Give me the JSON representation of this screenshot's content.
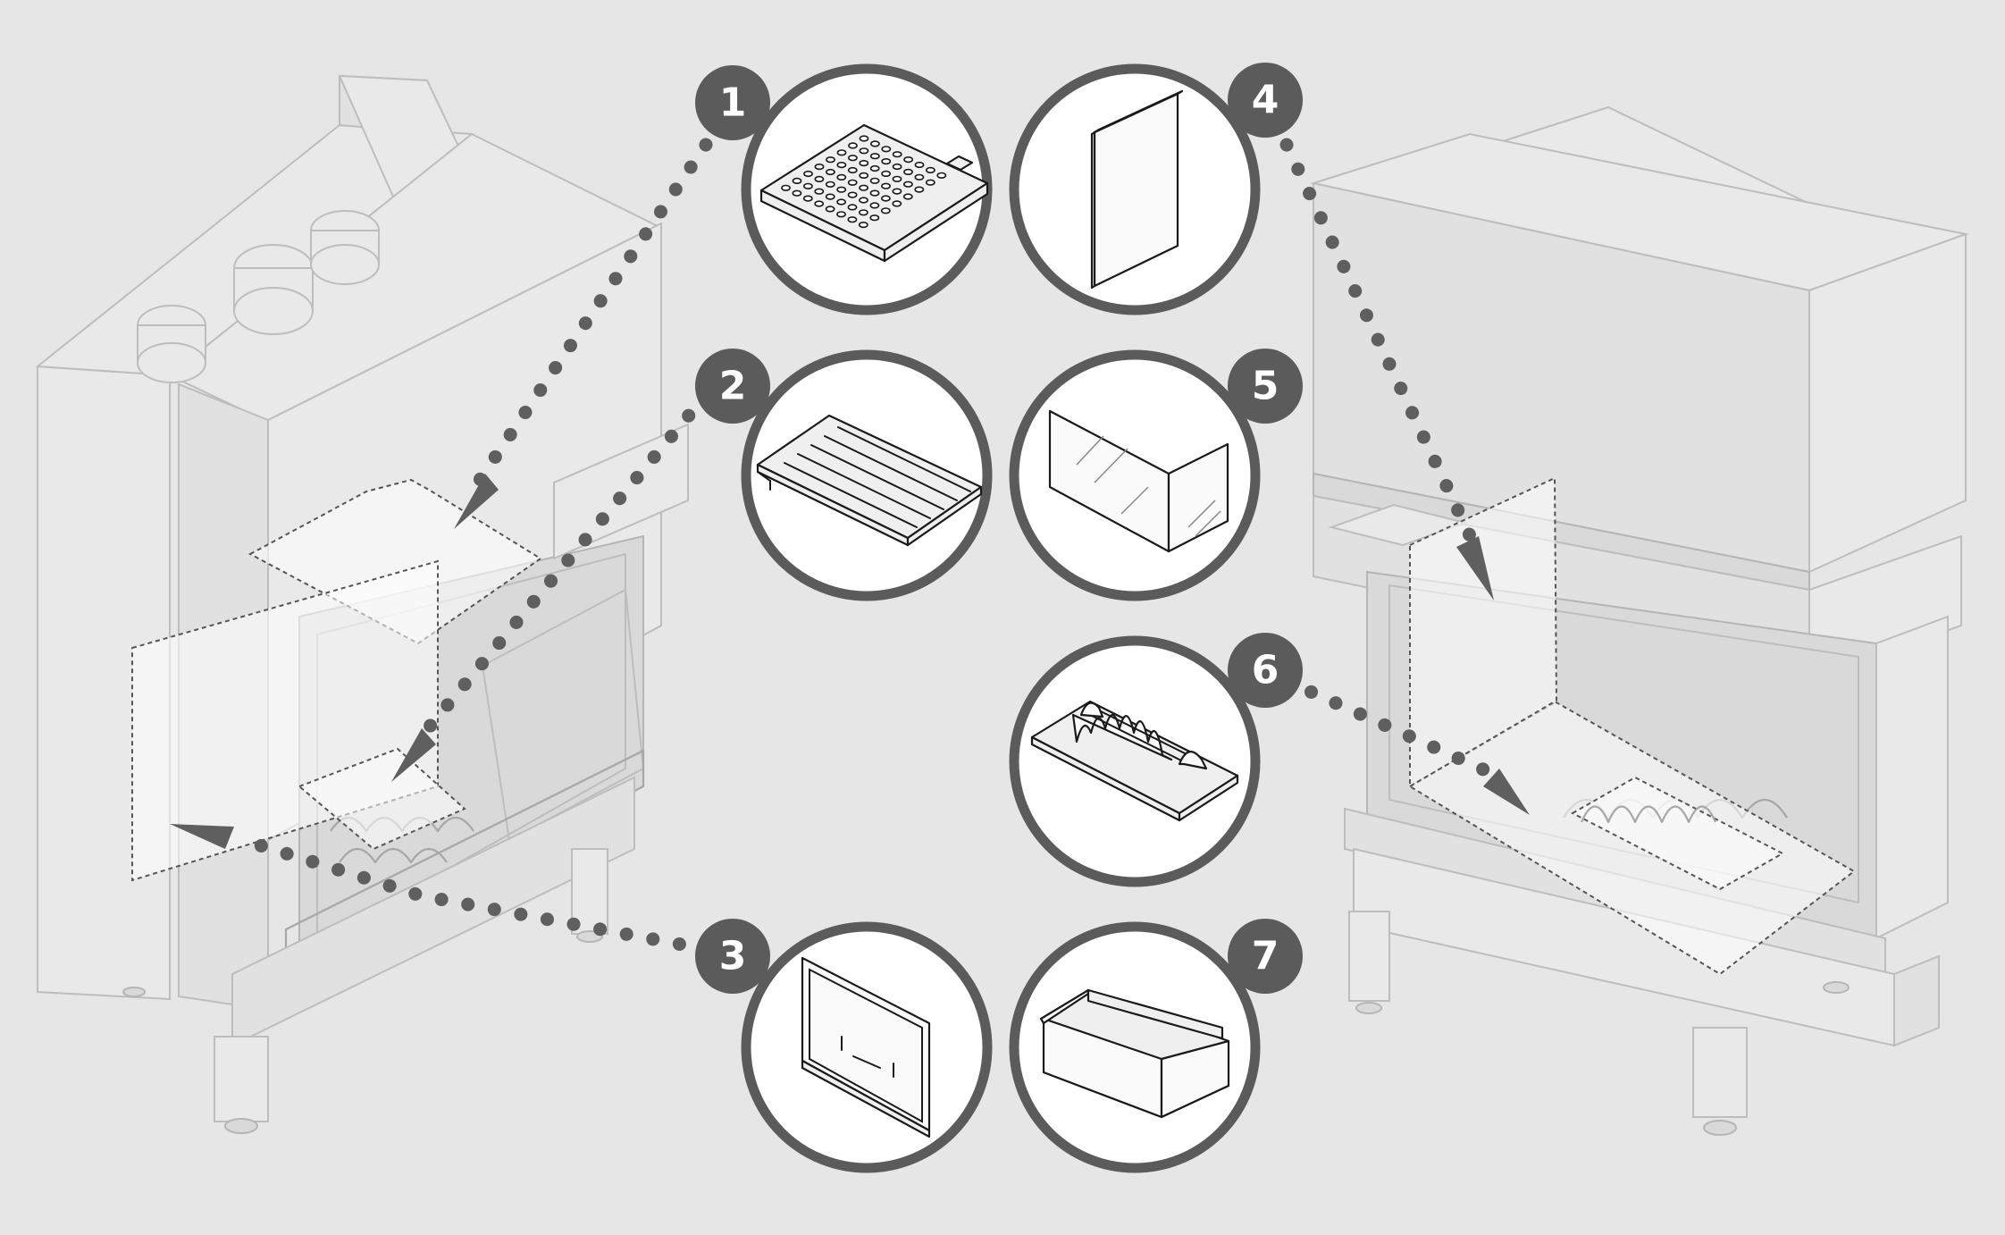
{
  "colors": {
    "background": "#e6e6e6",
    "accent": "#5b5b5b",
    "outline": "#bdbdbd"
  },
  "callouts": [
    {
      "number": "1",
      "part_icon": "perforated-plate-icon"
    },
    {
      "number": "2",
      "part_icon": "slotted-grate-icon"
    },
    {
      "number": "3",
      "part_icon": "flat-panel-icon"
    },
    {
      "number": "4",
      "part_icon": "vertical-board-icon"
    },
    {
      "number": "5",
      "part_icon": "corner-glass-icon"
    },
    {
      "number": "6",
      "part_icon": "log-holder-tray-icon"
    },
    {
      "number": "7",
      "part_icon": "ash-pan-icon"
    }
  ]
}
